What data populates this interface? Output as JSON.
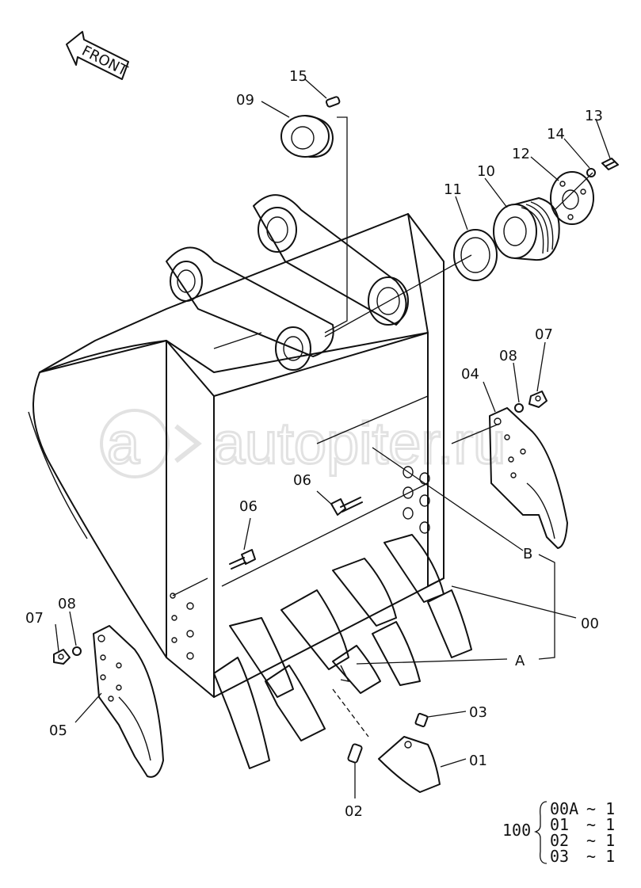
{
  "front_label": "FRONT",
  "watermark": "autopiter.ru",
  "callouts": {
    "c15": "15",
    "c09": "09",
    "c13": "13",
    "c14": "14",
    "c12": "12",
    "c10": "10",
    "c11": "11",
    "c07_right": "07",
    "c08_right": "08",
    "c04": "04",
    "c06_mid": "06",
    "c06_left": "06",
    "cB": "B",
    "c00": "00",
    "cA": "A",
    "c08_left": "08",
    "c07_left": "07",
    "c05": "05",
    "c03": "03",
    "c01": "01",
    "c02": "02"
  },
  "legend": {
    "assembly": "100",
    "rows": [
      {
        "part": "00A",
        "qty": "~ 1"
      },
      {
        "part": "01",
        "qty": "~ 1"
      },
      {
        "part": "02",
        "qty": "~ 1"
      },
      {
        "part": "03",
        "qty": "~ 1"
      }
    ]
  }
}
